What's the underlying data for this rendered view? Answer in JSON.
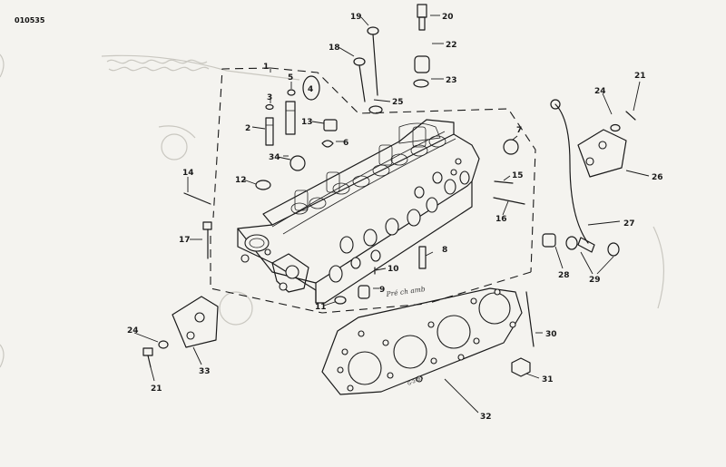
{
  "document_number": "010535",
  "handwritten_note": "Pré ch amb",
  "gasket_stamp": "G-2483",
  "callouts": {
    "c1": "1",
    "c2": "2",
    "c3": "3",
    "c4": "4",
    "c5": "5",
    "c6": "6",
    "c7": "7",
    "c8": "8",
    "c9": "9",
    "c10": "10",
    "c11": "11",
    "c12": "12",
    "c13": "13",
    "c14": "14",
    "c15": "15",
    "c16": "16",
    "c17": "17",
    "c18": "18",
    "c19": "19",
    "c20": "20",
    "c21a": "21",
    "c21b": "21",
    "c22": "22",
    "c23": "23",
    "c24a": "24",
    "c24b": "24",
    "c25": "25",
    "c26": "26",
    "c27": "27",
    "c28": "28",
    "c29": "29",
    "c30": "30",
    "c31": "31",
    "c32": "32",
    "c33": "33",
    "c34": "34"
  }
}
